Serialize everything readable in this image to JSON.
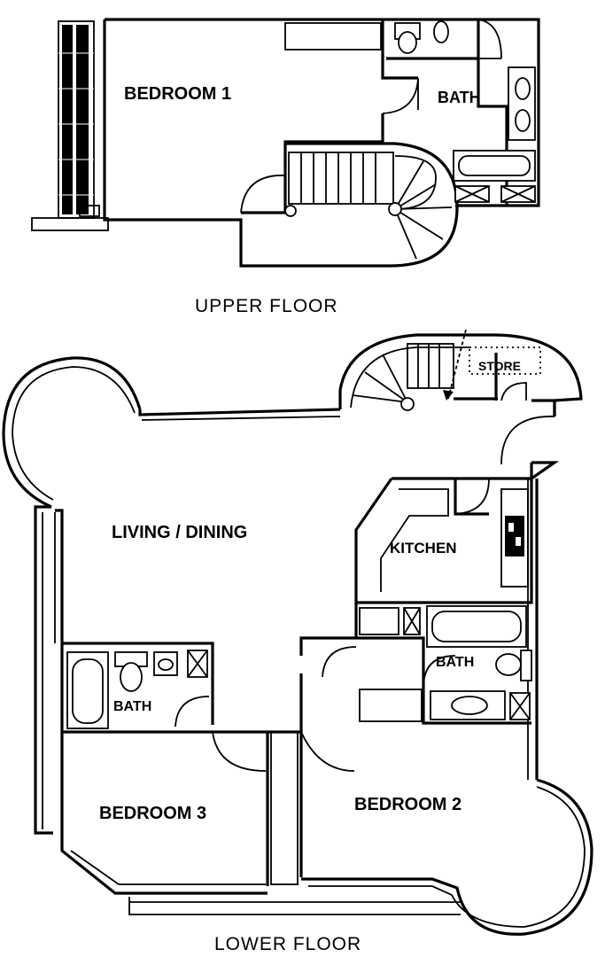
{
  "upper_floor": {
    "caption": "UPPER FLOOR",
    "rooms": {
      "bedroom1": "BEDROOM 1",
      "bath": "BATH"
    }
  },
  "lower_floor": {
    "caption": "LOWER FLOOR",
    "rooms": {
      "living_dining": "LIVING / DINING",
      "kitchen": "KITCHEN",
      "store": "STORE",
      "bath_left": "BATH",
      "bath_right": "BATH",
      "bedroom3": "BEDROOM 3",
      "bedroom2": "BEDROOM 2"
    }
  }
}
